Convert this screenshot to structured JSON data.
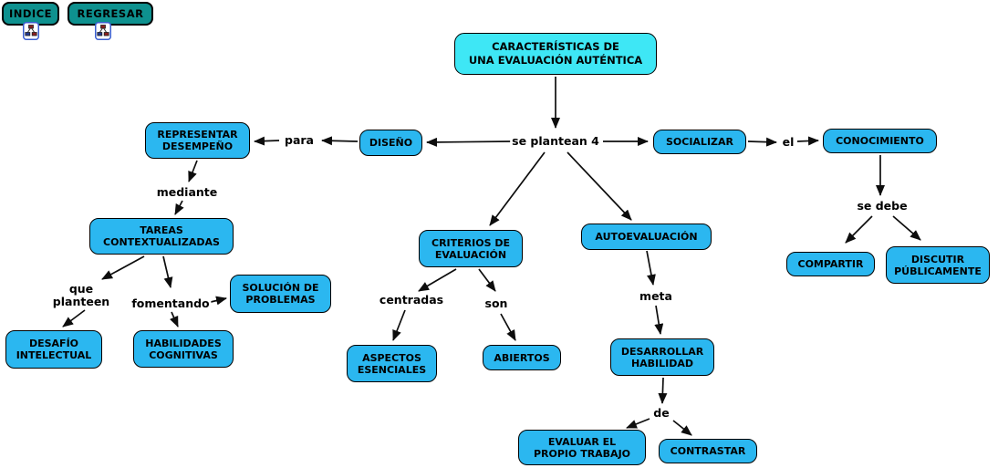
{
  "colors": {
    "node_fill": "#2bb7f0",
    "root_fill": "#3ee7f5",
    "button_fill": "#0e918f",
    "edge_color": "#0d0d0d",
    "background": "#ffffff"
  },
  "toolbar": {
    "buttons": [
      {
        "label": "INDICE",
        "icon": "concept-map-icon"
      },
      {
        "label": "REGRESAR",
        "icon": "concept-map-icon"
      }
    ]
  },
  "map": {
    "nodes": [
      {
        "id": "root",
        "label": "CARACTERÍSTICAS DE\nUNA EVALUACIÓN AUTÉNTICA"
      },
      {
        "id": "diseno",
        "label": "DISEÑO"
      },
      {
        "id": "representar",
        "label": "REPRESENTAR\nDESEMPEÑO"
      },
      {
        "id": "tareas",
        "label": "TAREAS\nCONTEXTUALIZADAS"
      },
      {
        "id": "desafio",
        "label": "DESAFÍO\nINTELECTUAL"
      },
      {
        "id": "habilidades",
        "label": "HABILIDADES\nCOGNITIVAS"
      },
      {
        "id": "solucion",
        "label": "SOLUCIÓN DE\nPROBLEMAS"
      },
      {
        "id": "criterios",
        "label": "CRITERIOS DE\nEVALUACIÓN"
      },
      {
        "id": "aspectos",
        "label": "ASPECTOS\nESENCIALES"
      },
      {
        "id": "abiertos",
        "label": "ABIERTOS"
      },
      {
        "id": "autoevaluacion",
        "label": "AUTOEVALUACIÓN"
      },
      {
        "id": "desarrollar",
        "label": "DESARROLLAR\nHABILIDAD"
      },
      {
        "id": "evaluar",
        "label": "EVALUAR EL\nPROPIO TRABAJO"
      },
      {
        "id": "contrastar",
        "label": "CONTRASTAR"
      },
      {
        "id": "socializar",
        "label": "SOCIALIZAR"
      },
      {
        "id": "conocimiento",
        "label": "CONOCIMIENTO"
      },
      {
        "id": "compartir",
        "label": "COMPARTIR"
      },
      {
        "id": "discutir",
        "label": "DISCUTIR\nPÚBLICAMENTE"
      }
    ],
    "phrases": [
      {
        "id": "se-plantean-4",
        "text": "se plantean 4"
      },
      {
        "id": "para",
        "text": "para"
      },
      {
        "id": "mediante",
        "text": "mediante"
      },
      {
        "id": "que-planteen",
        "text": "que\nplanteen"
      },
      {
        "id": "fomentando",
        "text": "fomentando"
      },
      {
        "id": "centradas",
        "text": "centradas"
      },
      {
        "id": "son",
        "text": "son"
      },
      {
        "id": "meta",
        "text": "meta"
      },
      {
        "id": "de",
        "text": "de"
      },
      {
        "id": "el",
        "text": "el"
      },
      {
        "id": "se-debe",
        "text": "se debe"
      }
    ],
    "relations": [
      {
        "from": "root",
        "via": "se plantean 4",
        "to": "DISEÑO"
      },
      {
        "from": "root",
        "via": "se plantean 4",
        "to": "CRITERIOS DE EVALUACIÓN"
      },
      {
        "from": "root",
        "via": "se plantean 4",
        "to": "AUTOEVALUACIÓN"
      },
      {
        "from": "root",
        "via": "se plantean 4",
        "to": "SOCIALIZAR"
      },
      {
        "from": "DISEÑO",
        "via": "para",
        "to": "REPRESENTAR DESEMPEÑO"
      },
      {
        "from": "REPRESENTAR DESEMPEÑO",
        "via": "mediante",
        "to": "TAREAS CONTEXTUALIZADAS"
      },
      {
        "from": "TAREAS CONTEXTUALIZADAS",
        "via": "que planteen",
        "to": "DESAFÍO INTELECTUAL"
      },
      {
        "from": "TAREAS CONTEXTUALIZADAS",
        "via": "fomentando",
        "to": "HABILIDADES COGNITIVAS"
      },
      {
        "from": "TAREAS CONTEXTUALIZADAS",
        "via": "fomentando",
        "to": "SOLUCIÓN DE PROBLEMAS"
      },
      {
        "from": "CRITERIOS DE EVALUACIÓN",
        "via": "centradas",
        "to": "ASPECTOS ESENCIALES"
      },
      {
        "from": "CRITERIOS DE EVALUACIÓN",
        "via": "son",
        "to": "ABIERTOS"
      },
      {
        "from": "AUTOEVALUACIÓN",
        "via": "meta",
        "to": "DESARROLLAR HABILIDAD"
      },
      {
        "from": "DESARROLLAR HABILIDAD",
        "via": "de",
        "to": "EVALUAR EL PROPIO TRABAJO"
      },
      {
        "from": "DESARROLLAR HABILIDAD",
        "via": "de",
        "to": "CONTRASTAR"
      },
      {
        "from": "SOCIALIZAR",
        "via": "el",
        "to": "CONOCIMIENTO"
      },
      {
        "from": "CONOCIMIENTO",
        "via": "se debe",
        "to": "COMPARTIR"
      },
      {
        "from": "CONOCIMIENTO",
        "via": "se debe",
        "to": "DISCUTIR PÚBLICAMENTE"
      }
    ]
  }
}
